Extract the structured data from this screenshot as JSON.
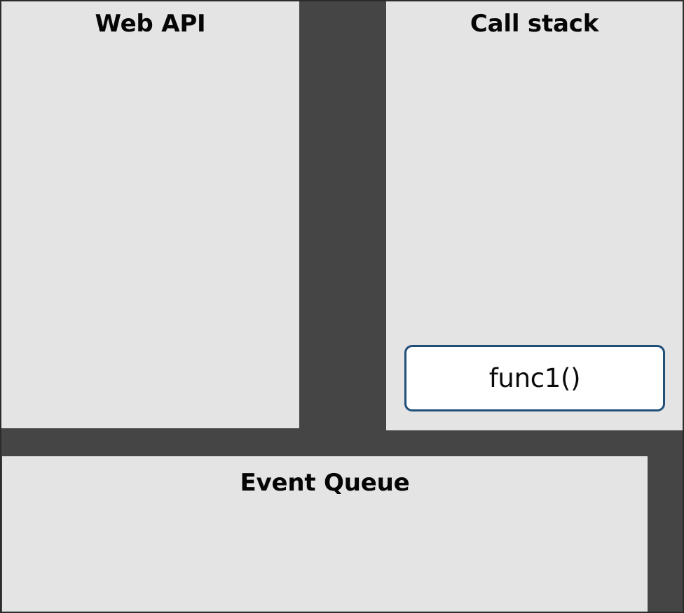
{
  "diagram": {
    "type": "javascript-event-loop",
    "background_color": "#454545",
    "panel_color": "#e4e4e4",
    "accent_color": "#1f4e79",
    "panels": [
      {
        "id": "web-api",
        "title": "Web API",
        "items": []
      },
      {
        "id": "call-stack",
        "title": "Call stack",
        "items": [
          {
            "label": "func1()",
            "fill": "#ffffff",
            "border": "#1f4e79"
          }
        ]
      },
      {
        "id": "event-queue",
        "title": "Event Queue",
        "items": []
      }
    ]
  }
}
